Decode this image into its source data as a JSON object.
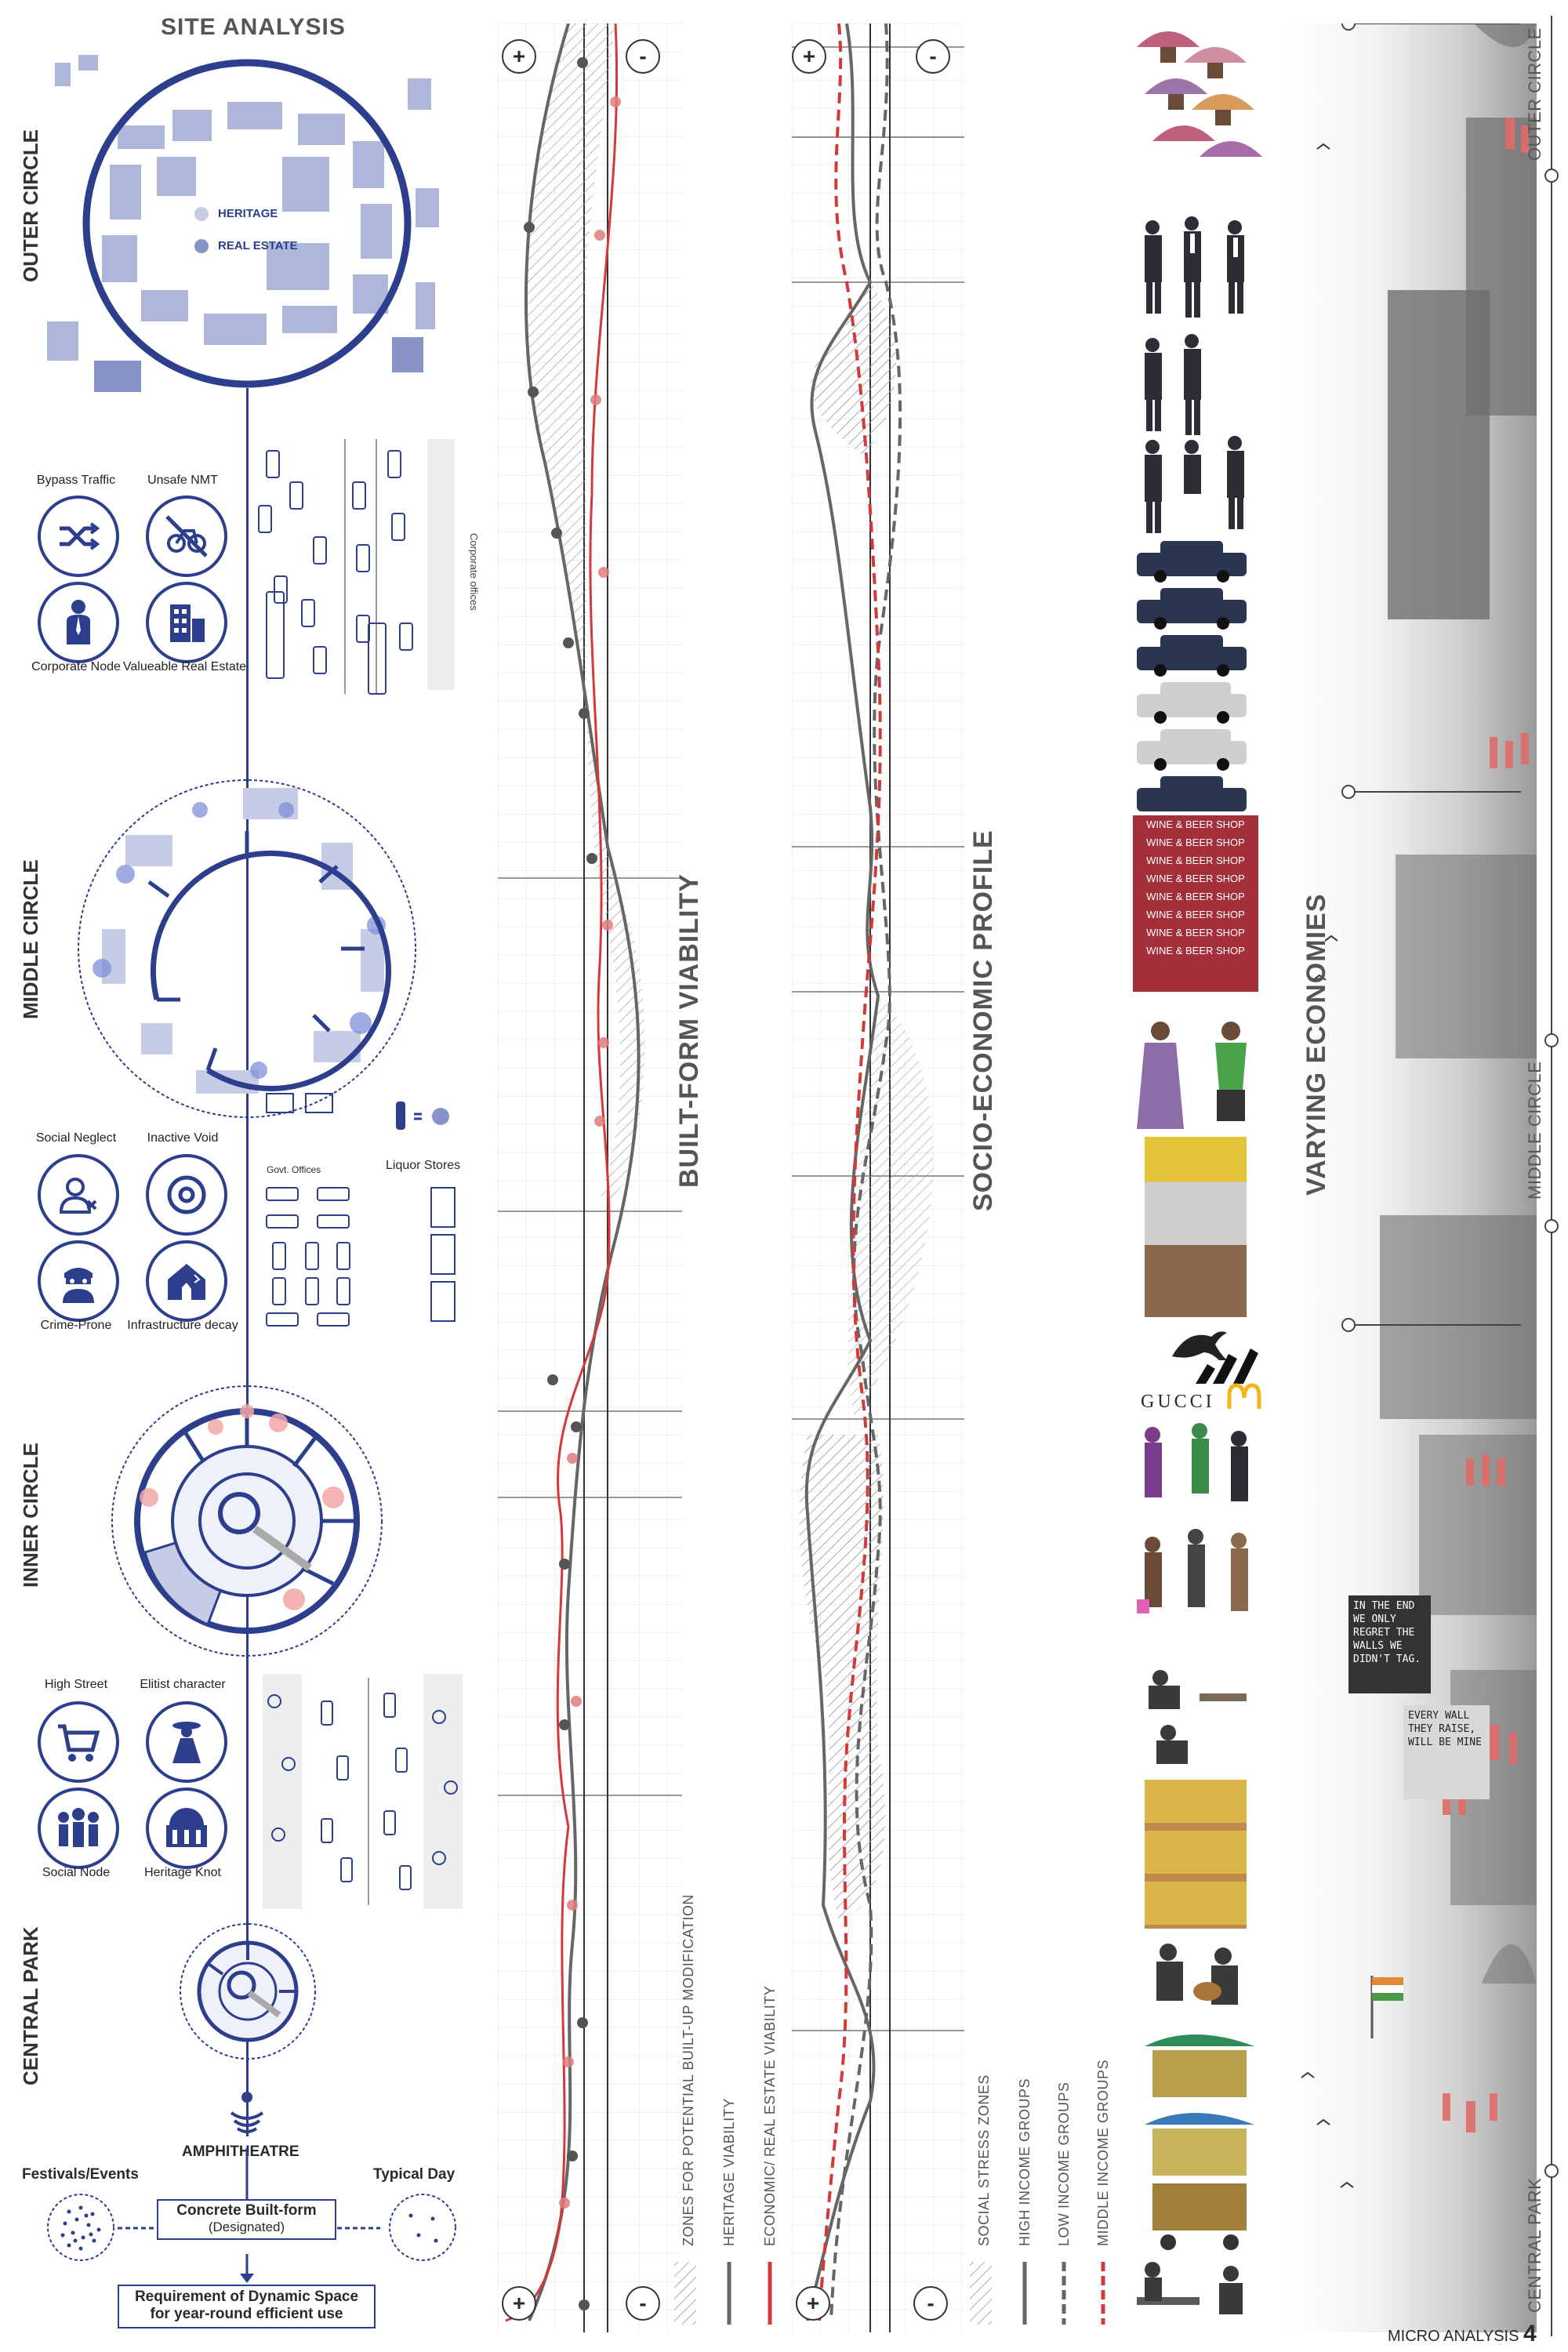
{
  "site_analysis": {
    "title": "SITE ANALYSIS",
    "legend": {
      "heritage": "HERITAGE",
      "real_estate": "REAL ESTATE"
    },
    "colors": {
      "primary": "#2c3e8c",
      "red": "#d23a3a",
      "pink": "#f2a7a7"
    },
    "sections": {
      "outer": "OUTER CIRCLE",
      "middle": "MIDDLE CIRCLE",
      "inner": "INNER CIRCLE",
      "park": "CENTRAL PARK"
    },
    "outer_icons": [
      {
        "label": "Bypass Traffic",
        "icon": "shuffle-icon"
      },
      {
        "label": "Unsafe NMT",
        "icon": "no-bicycle-icon"
      },
      {
        "label": "Corporate Node",
        "icon": "businessman-icon"
      },
      {
        "label": "Valueable Real Estate",
        "icon": "building-icon"
      }
    ],
    "outer_map_label": "Corporate offices",
    "middle_icons": [
      {
        "label": "Social Neglect",
        "icon": "user-x-icon"
      },
      {
        "label": "Inactive Void",
        "icon": "target-icon"
      },
      {
        "label": "Crime-Prone",
        "icon": "masked-person-icon"
      },
      {
        "label": "Infrastructure decay",
        "icon": "broken-house-icon"
      }
    ],
    "middle_map_labels": {
      "govt": "Govt. Offices",
      "liquor": "Liquor Stores"
    },
    "inner_icons": [
      {
        "label": "High Street",
        "icon": "cart-icon"
      },
      {
        "label": "Elitist character",
        "icon": "lady-icon"
      },
      {
        "label": "Social Node",
        "icon": "group-icon"
      },
      {
        "label": "Heritage Knot",
        "icon": "monument-icon"
      }
    ],
    "park_flow": {
      "amphitheatre": "AMPHITHEATRE",
      "festivals": "Festivals/Events",
      "typical": "Typical Day",
      "built_form": "Concrete Built-form",
      "designated": "(Designated)",
      "requirement_1": "Requirement of Dynamic Space",
      "requirement_2": "for year-round efficient use"
    }
  },
  "builtform": {
    "title": "BUILT-FORM VIABILITY",
    "plus": "+",
    "minus": "-",
    "legend": [
      "ZONES FOR POTENTIAL BUILT-UP MODIFICATION",
      "HERITAGE VIABILITY",
      "ECONOMIC/ REAL ESTATE VIABILITY"
    ]
  },
  "socio": {
    "title": "SOCIO-ECONOMIC PROFILE",
    "plus": "+",
    "minus": "-",
    "legend": [
      "SOCIAL STRESS ZONES",
      "HIGH INCOME GROUPS",
      "LOW INCOME GROUPS",
      "MIDDLE INCOME GROUPS"
    ]
  },
  "economies": {
    "title": "VARYING ECONOMIES",
    "shop_sign": "WINE & BEER SHOP",
    "brands": {
      "gucci": "GUCCI"
    },
    "graffiti_1": "IN THE END WE ONLY REGRET THE WALLS WE DIDN'T TAG.",
    "graffiti_2": "EVERY WALL THEY RAISE, WILL BE MINE"
  },
  "right_axis": {
    "outer": "OUTER CIRCLE",
    "middle": "MIDDLE CIRCLE",
    "park": "CENTRAL PARK"
  },
  "footer": {
    "label": "MICRO ANALYSIS",
    "number": "4"
  }
}
